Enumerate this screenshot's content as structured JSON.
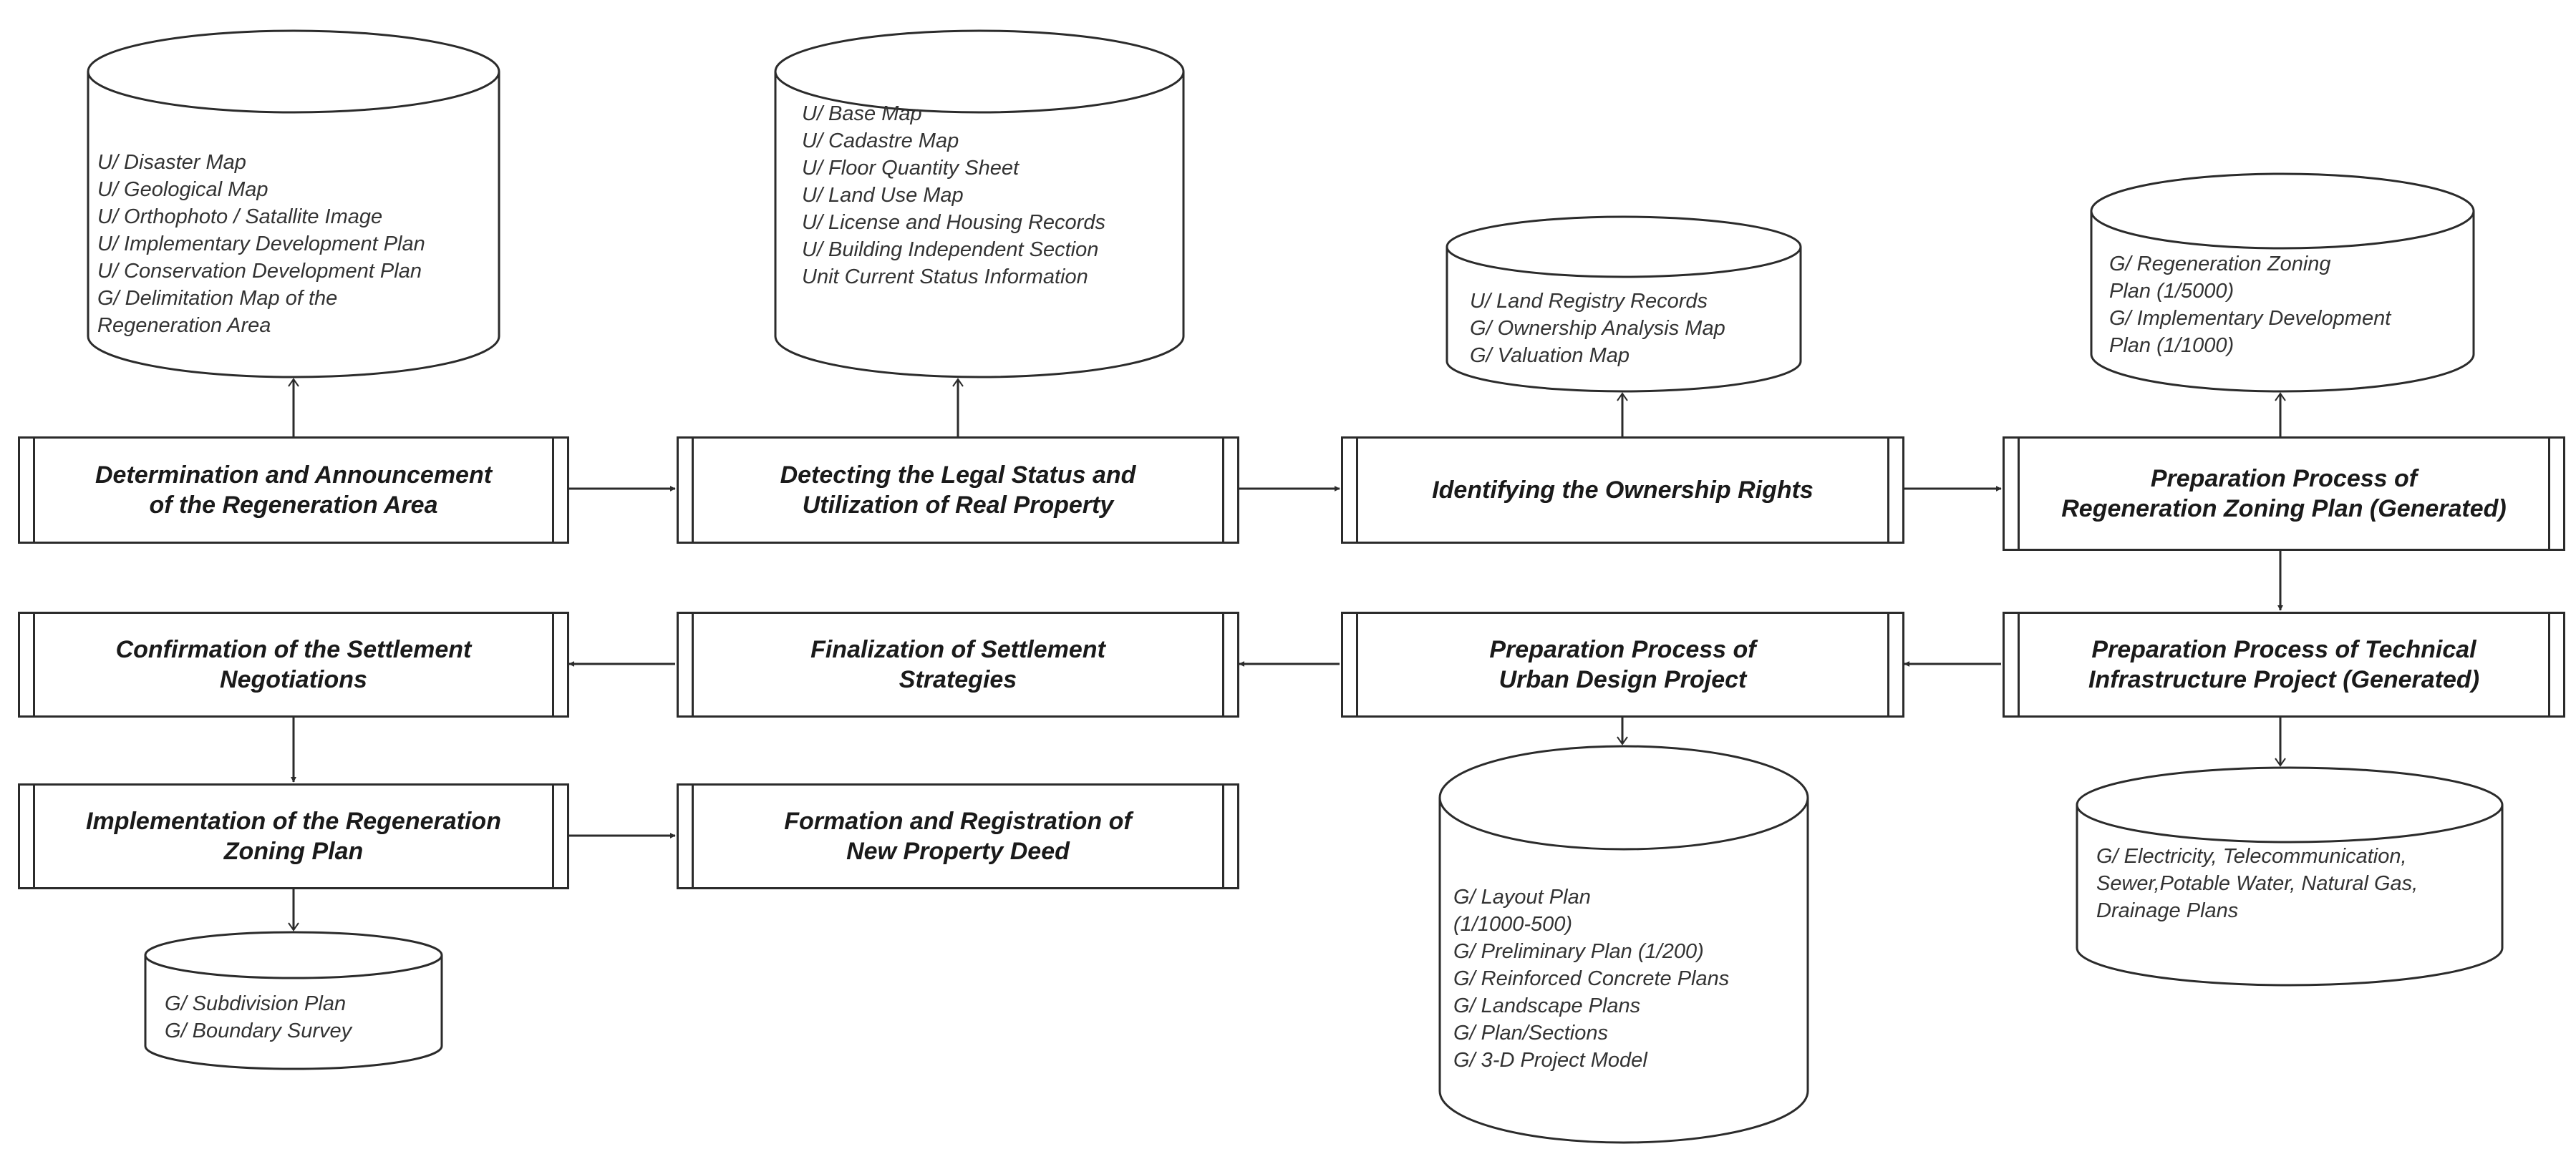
{
  "cylinders": {
    "c1": "U/ Disaster Map\nU/ Geological Map\nU/ Orthophoto / Satallite Image\nU/ Implementary Development Plan\nU/ Conservation Development Plan\nG/ Delimitation Map of the\nRegeneration Area",
    "c2": "U/ Base Map\nU/ Cadastre Map\nU/ Floor Quantity Sheet\nU/ Land Use Map\nU/ License and Housing Records\nU/ Building Independent Section\nUnit Current Status Information",
    "c3": "U/ Land Registry Records\nG/ Ownership Analysis Map\nG/ Valuation Map",
    "c4": "G/ Regeneration Zoning\nPlan (1/5000)\nG/ Implementary Development\nPlan (1/1000)",
    "c5": "G/ Electricity, Telecommunication,\nSewer,Potable Water, Natural Gas,\nDrainage Plans",
    "c6": "G/ Layout Plan\n(1/1000-500)\nG/ Preliminary Plan (1/200)\nG/ Reinforced Concrete Plans\nG/ Landscape Plans\nG/ Plan/Sections\nG/ 3-D Project Model",
    "c7": "G/ Subdivision Plan\nG/ Boundary Survey"
  },
  "processes": {
    "p1": "Determination and Announcement\nof the Regeneration Area",
    "p2": "Detecting the Legal Status and\nUtilization of Real Property",
    "p3": "Identifying the Ownership Rights",
    "p4": "Preparation Process of\nRegeneration Zoning Plan (Generated)",
    "p5": "Preparation Process of Technical\nInfrastructure Project (Generated)",
    "p6": "Preparation Process of\nUrban Design Project",
    "p7": "Finalization of Settlement\nStrategies",
    "p8": "Confirmation of the Settlement\nNegotiations",
    "p9": "Implementation of the Regeneration\nZoning Plan",
    "p10": "Formation and Registration of\nNew Property Deed"
  }
}
